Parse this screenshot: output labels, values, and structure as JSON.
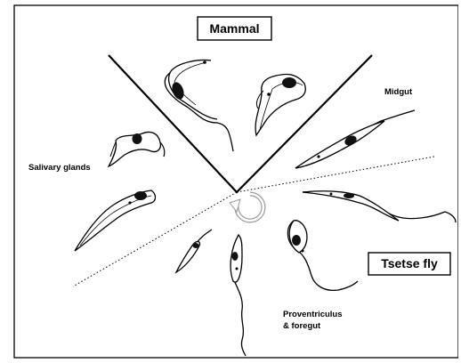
{
  "labels": {
    "mammal": "Mammal",
    "tsetse_fly": "Tsetse fly",
    "midgut": "Midgut",
    "salivary_glands": "Salivary glands",
    "proventriculus_line1": "Proventriculus",
    "proventriculus_line2": "& foregut"
  },
  "colors": {
    "line": "#000000",
    "nucleus": "#111111",
    "cell_fill": "#ffffff",
    "cycle_arrow": "#9a9a9a"
  },
  "icons": {
    "cycle": "circular-arrow-icon"
  }
}
